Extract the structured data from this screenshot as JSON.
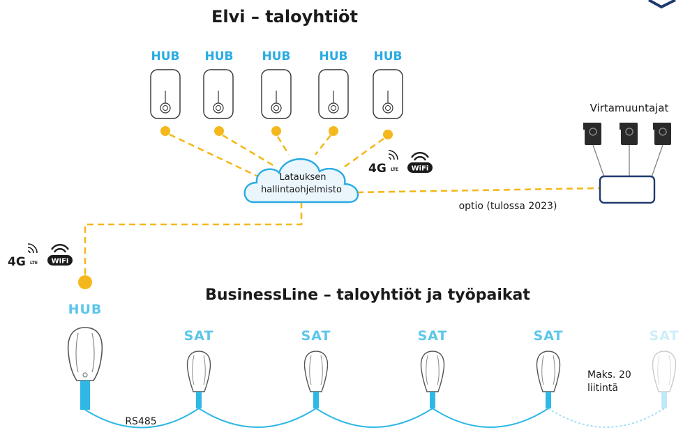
{
  "top_title": "Elvi – taloyhtiöt",
  "bottom_title": "BusinessLine – taloyhtiöt ja työpaikat",
  "elvi_hubs": [
    "HUB",
    "HUB",
    "HUB",
    "HUB",
    "HUB"
  ],
  "cloud": {
    "line1": "Latauksen",
    "line2": "hallintaohjelmisto"
  },
  "connectivity": {
    "cellular": "4G",
    "cellular_sub": "LTE",
    "wifi": "WiFi"
  },
  "current_transformers": {
    "label": "Virtamuuntajat"
  },
  "option_note": "optio (tulossa 2023)",
  "business_hub": "HUB",
  "satellites": [
    "SAT",
    "SAT",
    "SAT",
    "SAT",
    "SAT"
  ],
  "rs485_label": "RS485",
  "max_note": {
    "line1": "Maks. 20",
    "line2": "liitintä"
  },
  "colors": {
    "accent_blue": "#29abe2",
    "dash_yellow": "#f5b81c",
    "box_navy": "#1f3a6e"
  }
}
